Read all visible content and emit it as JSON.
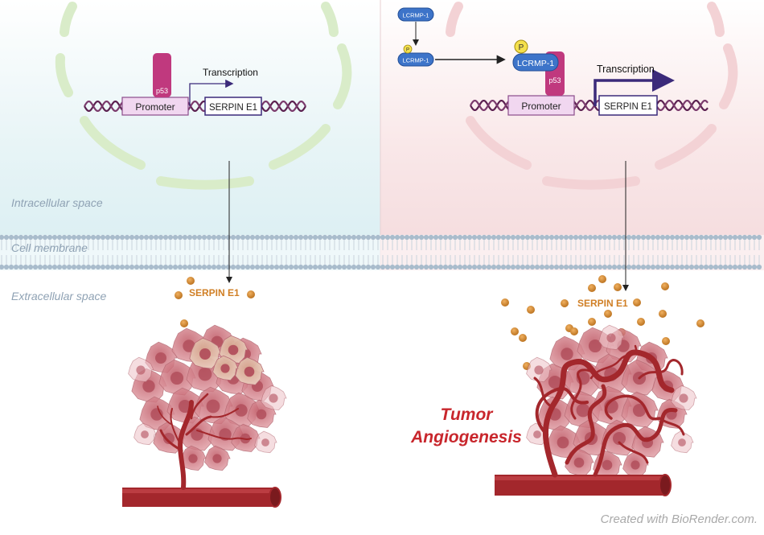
{
  "regions": {
    "intracellular": "Intracellular space",
    "membrane": "Cell membrane",
    "extracellular": "Extracellular space"
  },
  "left": {
    "protein": "p53",
    "promoter": "Promoter",
    "gene": "SERPIN E1",
    "transcription": "Transcription",
    "secreted": "SERPIN E1"
  },
  "right": {
    "lcrmp_top": "LCRMP-1",
    "lcrmp_small": "LCRMP-1",
    "phospho_small": "P",
    "phospho": "P",
    "lcrmp_bound": "LCRMP-1",
    "protein": "p53",
    "promoter": "Promoter",
    "gene": "SERPIN E1",
    "transcription": "Transcription",
    "secreted": "SERPIN E1",
    "outcome_line1": "Tumor",
    "outcome_line2": "Angiogenesis"
  },
  "credit": "Created with BioRender.com.",
  "colors": {
    "left_bg": "#e4f3f6",
    "right_bg": "#f8e5e6",
    "dna": "#5a1f4f",
    "promoter_fill": "#f1d7f0",
    "promoter_border": "#8b4d8b",
    "gene_border": "#3b2a7a",
    "p53": "#c0397e",
    "lcrmp": "#3d74c9",
    "phospho": "#f4e04d",
    "serpin_dot": "#d08a2e",
    "serpin_text": "#d07f25",
    "vessel": "#a3272c",
    "tumor": "#d58c94",
    "accent_red": "#c8262c"
  }
}
